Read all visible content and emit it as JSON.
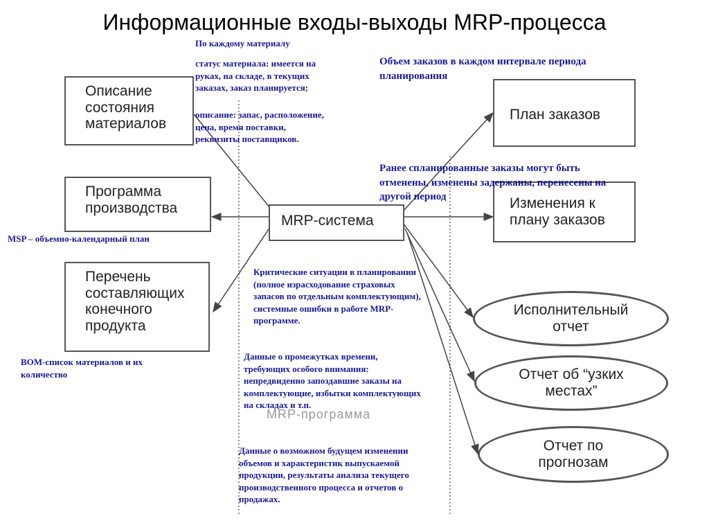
{
  "title": "Информационные входы-выходы MRP-процесса",
  "boxes": {
    "material": "Описание\nсостояния\nматериалов",
    "program": "Программа\nпроизводства",
    "components": "Перечень\nсоставляющих\nконечного\nпродукта",
    "mrp": "MRP-система",
    "plan": "План заказов",
    "changes": "Изменения к\nплану заказов"
  },
  "ovals": {
    "executive": "Исполнительный\nотчет",
    "bottleneck": "Отчет об “узких\nместах”",
    "forecast": "Отчет по\nпрогнозам"
  },
  "program_label": "MRP-программа",
  "notes": {
    "per_material": "По каждому материалу",
    "status": "статус материала: имеется на\nруках, на складе, в текущих\nзаказах, заказ планируется;",
    "description": "описание: запас, расположение,\nцена, время поставки,\nреквизиты поставщиков.",
    "msp": "MSP – объемно-календарный план",
    "bom": "BOM-список материалов и их\nколичество",
    "order_volume": "Объем заказов в каждом интервале периода\nпланирования",
    "earlier_orders": "Ранее спланированные заказы могут быть\nотменены, изменены задержаны, перенесены на\nдругой период",
    "critical": "   Критические ситуации в планировании\n(полное израсходование страховых\nзапасов по отдельным комплектующим),\nсистемные ошибки в работе MRP-\nпрограмме.",
    "intervals": "  Данные о промежутках времени,\nтребующих особого внимания:\nнепредвиденно запоздавшие заказы на\nкомплектующие, избытки комплектующих\nна складах и т.п.",
    "future": "  Данные о  возможном будущем изменении\nобъемов и характеристик выпускаемой\nпродукции, результаты анализа текущего\nпроизводственного процесса и отчетов о\nпродажах."
  },
  "colors": {
    "note_text": "#1a1a8c",
    "box_border": "#555555",
    "line": "#444444"
  }
}
